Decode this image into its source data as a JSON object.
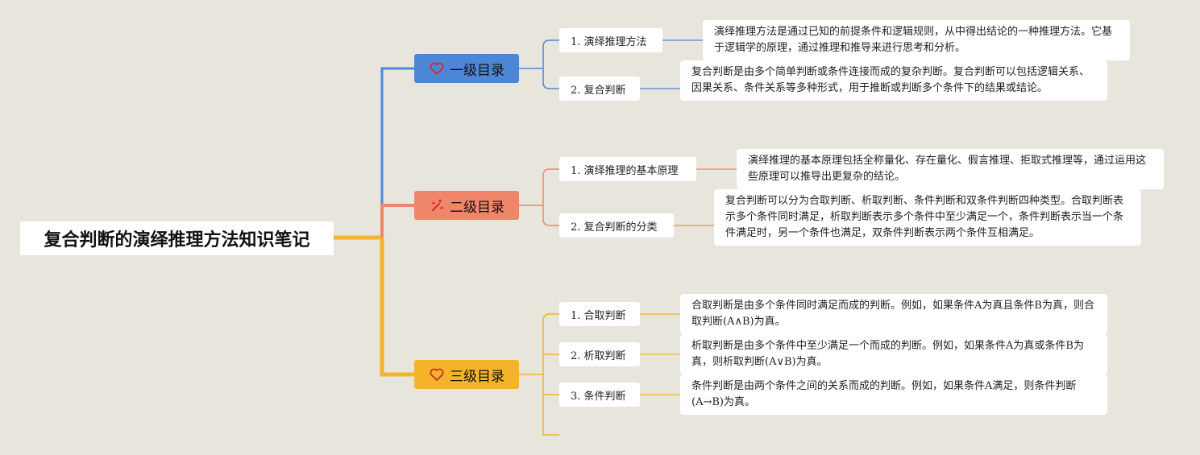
{
  "root": {
    "title": "复合判断的演绎推理方法知识笔记"
  },
  "colors": {
    "blue": "#4e86d6",
    "orange": "#f08669",
    "yellow": "#f3b42a",
    "background": "#e8e5dc"
  },
  "branches": [
    {
      "label": "一级目录",
      "icon": "heart-icon",
      "topics": [
        {
          "label": "1. 演绎推理方法",
          "detail": "演绎推理方法是通过已知的前提条件和逻辑规则，从中得出结论的一种推理方法。它基于逻辑学的原理，通过推理和推导来进行思考和分析。"
        },
        {
          "label": "2. 复合判断",
          "detail": "复合判断是由多个简单判断或条件连接而成的复杂判断。复合判断可以包括逻辑关系、因果关系、条件关系等多种形式，用于推断或判断多个条件下的结果或结论。"
        }
      ]
    },
    {
      "label": "二级目录",
      "icon": "sparkle-wand-icon",
      "topics": [
        {
          "label": "1. 演绎推理的基本原理",
          "detail": "演绎推理的基本原理包括全称量化、存在量化、假言推理、拒取式推理等，通过运用这些原理可以推导出更复杂的结论。"
        },
        {
          "label": "2. 复合判断的分类",
          "detail": "复合判断可以分为合取判断、析取判断、条件判断和双条件判断四种类型。合取判断表示多个条件同时满足，析取判断表示多个条件中至少满足一个，条件判断表示当一个条件满足时，另一个条件也满足，双条件判断表示两个条件互相满足。"
        }
      ]
    },
    {
      "label": "三级目录",
      "icon": "heart-icon",
      "topics": [
        {
          "label": "1. 合取判断",
          "detail": "合取判断是由多个条件同时满足而成的判断。例如，如果条件A为真且条件B为真，则合取判断(A∧B)为真。"
        },
        {
          "label": "2. 析取判断",
          "detail": "析取判断是由多个条件中至少满足一个而成的判断。例如，如果条件A为真或条件B为真，则析取判断(A∨B)为真。"
        },
        {
          "label": "3. 条件判断",
          "detail": "条件判断是由两个条件之间的关系而成的判断。例如，如果条件A满足，则条件判断(A→B)为真。"
        }
      ]
    }
  ]
}
